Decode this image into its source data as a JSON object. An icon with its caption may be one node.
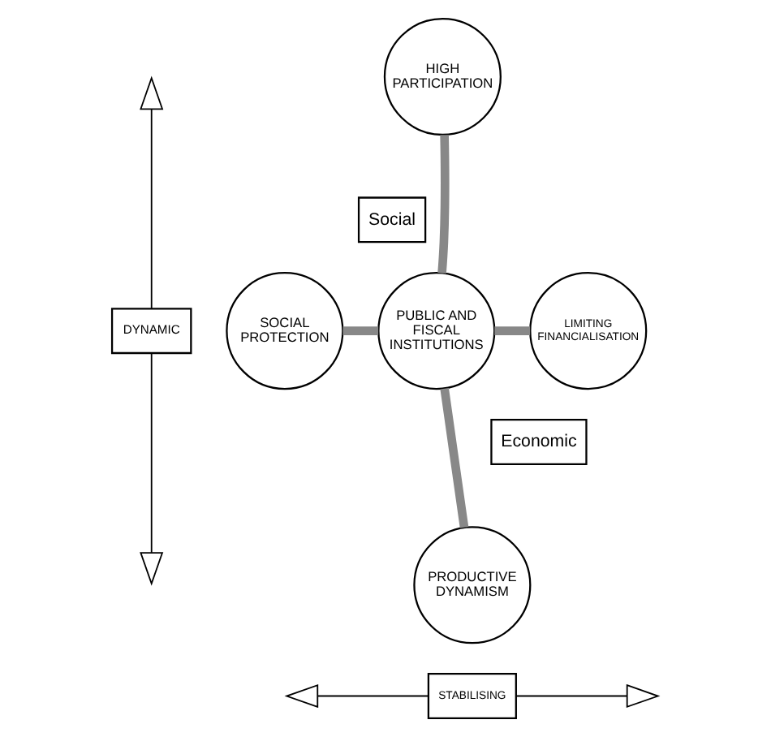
{
  "diagram": {
    "nodes": [
      {
        "text": [
          "HIGH PARTICIPATION"
        ]
      },
      {
        "text": [
          "Social"
        ]
      },
      {
        "text": [
          "DYNAMIC"
        ]
      },
      {
        "text": [
          "SOCIAL PROTECTION"
        ]
      },
      {
        "text": [
          "PUBLIC AND FISCAL INSTITUTIONS"
        ]
      },
      {
        "text": [
          "LIMITING FINANCIALISATION"
        ]
      },
      {
        "text": [
          "Economic"
        ]
      },
      {
        "text": [
          "PRODUCTIVE DYNAMISM"
        ]
      },
      {
        "text": [
          "STABILISING"
        ]
      }
    ],
    "edges": [
      {
        "from": 4,
        "to": 0,
        "arrow": "none",
        "style": "thick"
      },
      {
        "from": 4,
        "to": 3,
        "arrow": "none",
        "style": "thick"
      },
      {
        "from": 4,
        "to": 5,
        "arrow": "none",
        "style": "thick"
      },
      {
        "from": 4,
        "to": 7,
        "arrow": "none",
        "style": "thick"
      },
      {
        "from": 2,
        "to": null,
        "arrow": "to",
        "color": "#000000"
      },
      {
        "from": 2,
        "to": null,
        "arrow": "to",
        "color": "#000000"
      },
      {
        "from": 8,
        "to": null,
        "arrow": "to",
        "color": "#000000"
      },
      {
        "from": 8,
        "to": null,
        "arrow": "to",
        "color": "#000000"
      }
    ]
  }
}
